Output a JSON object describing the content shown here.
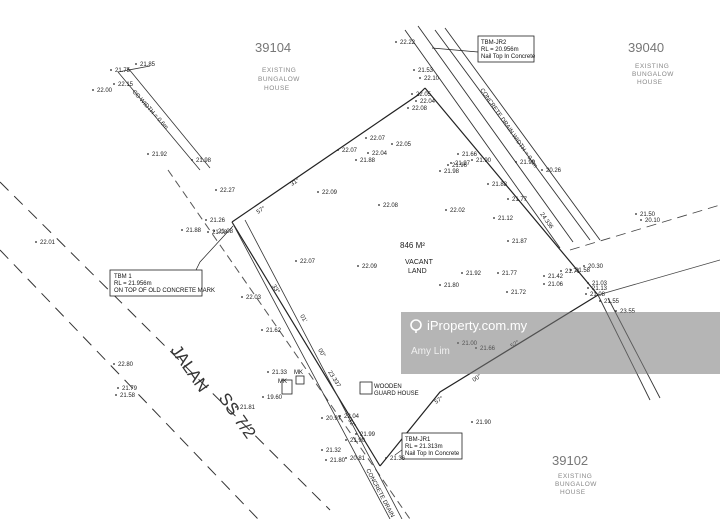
{
  "lots": {
    "top_left": {
      "number": "39104",
      "caption_1": "EXISTING",
      "caption_2": "BUNGALOW",
      "caption_3": "HOUSE"
    },
    "top_right": {
      "number": "39040",
      "caption_1": "EXISTING",
      "caption_2": "BUNGALOW",
      "caption_3": "HOUSE"
    },
    "bottom_right": {
      "number": "39102",
      "caption_1": "EXISTING",
      "caption_2": "BUNGALOW",
      "caption_3": "HOUSE"
    }
  },
  "site": {
    "area": "846 M²",
    "caption_1": "VACANT",
    "caption_2": "LAND"
  },
  "road": {
    "name_1": "JALAN",
    "name_2": "SS 7/2"
  },
  "drains": {
    "top": "CONCRETE DRAIN WIDTH = 0.6m",
    "left": "CO WIDTH = 0.6m",
    "bottom": "CONCRETE DRAIN"
  },
  "tbm_boxes": {
    "tbm1": {
      "line1": "TBM 1",
      "line2": "RL = 21.956m",
      "line3": "ON TOP OF OLD CONCRETE MARK"
    },
    "tbm2": {
      "line1": "TBM-JR2",
      "line2": "RL = 20.956m",
      "line3": "Nail Top In Concrete"
    },
    "tbm3": {
      "line1": "TBM-JR1",
      "line2": "RL = 21.313m",
      "line3": "Nail Top In Concrete"
    }
  },
  "structures": {
    "wooden_house_1": "WOODEN",
    "wooden_house_2": "GUARD HOUSE",
    "mk_1": "MK",
    "mk_2": "MK"
  },
  "bearings": [
    "31°",
    "57°",
    "33°",
    "01'",
    "00\"",
    "23.337",
    "32°",
    "57°",
    "00\"",
    "52°",
    "24.336"
  ],
  "levels": [
    "22.00",
    "22.15",
    "21.75",
    "21.85",
    "21.92",
    "21.98",
    "22.27",
    "21.88",
    "21.26",
    "21.08",
    "22.01",
    "22.22",
    "21.53",
    "22.05",
    "22.04",
    "22.08",
    "22.10",
    "21.88",
    "22.07",
    "22.04",
    "22.07",
    "22.05",
    "22.09",
    "22.07",
    "22.09",
    "22.02",
    "22.08",
    "21.97",
    "21.88",
    "21.77",
    "21.87",
    "21.90",
    "21.92",
    "21.80",
    "21.72",
    "21.71",
    "21.42",
    "21.08",
    "21.03",
    "21.13",
    "20.30",
    "21.50",
    "20.10",
    "23.55",
    "22.03",
    "21.62",
    "21.33",
    "21.81",
    "20.97",
    "21.99",
    "22.04",
    "21.90",
    "21.66",
    "21.80",
    "21.32",
    "20.81",
    "22.80",
    "21.79",
    "21.58",
    "19.60",
    "21.08",
    "21.00",
    "21.36",
    "21.66",
    "21.77",
    "21.90",
    "21.06",
    "20.26",
    "21.12",
    "21.98",
    "21.99",
    "21.55",
    "21.58",
    "21.96"
  ],
  "watermark": {
    "brand": "iProperty.com.my",
    "agent": "Amy Lim"
  }
}
